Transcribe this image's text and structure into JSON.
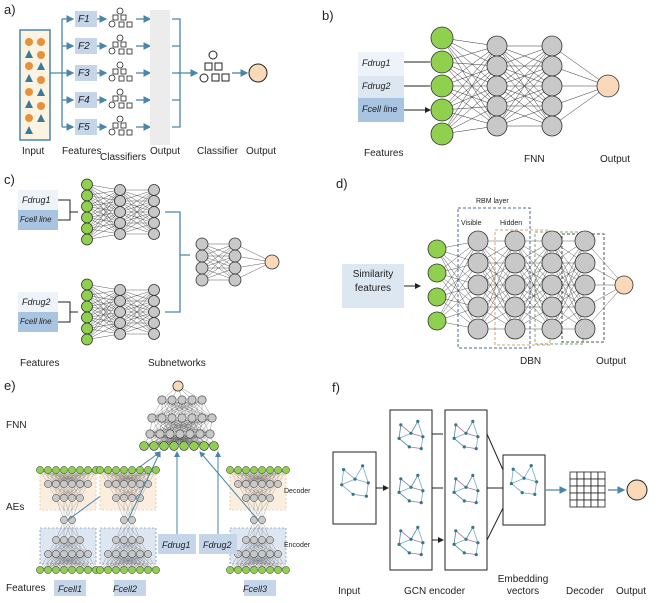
{
  "panels": {
    "a": {
      "tag": "a)",
      "features": [
        "F1",
        "F2",
        "F3",
        "F4",
        "F5"
      ],
      "bottom_labels": {
        "input": "Input",
        "features": "Features",
        "classifiers": "Classifiers",
        "output": "Output",
        "classifier": "Classifier",
        "output2": "Output"
      }
    },
    "b": {
      "tag": "b)",
      "features": [
        "Fdrug1",
        "Fdrug2",
        "Fcell line"
      ],
      "bottom_labels": {
        "features": "Features",
        "fnn": "FNN",
        "output": "Output"
      }
    },
    "c": {
      "tag": "c)",
      "top_features": [
        "Fdrug1",
        "Fcell line"
      ],
      "bottom_features": [
        "Fdrug2",
        "Fcell line"
      ],
      "bottom_labels": {
        "features": "Features",
        "subnetworks": "Subnetworks"
      }
    },
    "d": {
      "tag": "d)",
      "rbm_layer": "RBM layer",
      "visible": "Visible",
      "hidden": "Hidden",
      "input_box": "Similarity features",
      "bottom_labels": {
        "dbn": "DBN",
        "output": "Output"
      }
    },
    "e": {
      "tag": "e)",
      "side_labels": {
        "fnn": "FNN",
        "aes": "AEs",
        "features": "Features"
      },
      "decoder": "Decoder",
      "encoder": "Encoder",
      "cell_features": [
        "Fcell1",
        "Fcell2",
        "Fcell3"
      ],
      "drug_features": [
        "Fdrug1",
        "Fdrug2"
      ]
    },
    "f": {
      "tag": "f)",
      "bottom_labels": {
        "input": "Input",
        "gcn": "GCN encoder",
        "embedding": "Embedding vectors",
        "decoder": "Decoder",
        "output": "Output"
      }
    }
  },
  "colors": {
    "green": "#8fd14f",
    "gray": "#c8c8c8",
    "peach": "#f9d9b8",
    "blue_box": "#a9c4e0",
    "orange": "#e8913c",
    "teal": "#3c7a99",
    "arrow": "#4a86a8"
  }
}
